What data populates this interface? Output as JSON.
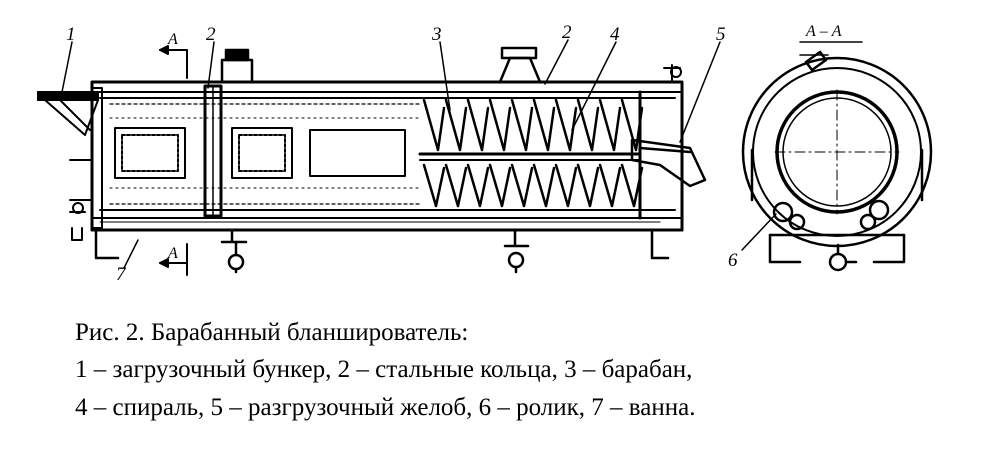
{
  "labels": {
    "hopper": "1",
    "ring_left": "2",
    "drum": "3",
    "ring_right": "2",
    "spiral": "4",
    "chute": "5",
    "roller": "6",
    "bath": "7",
    "section_top": "А",
    "section_bottom": "А",
    "section_view": "А – А"
  },
  "caption": {
    "title": "Рис. 2. Барабанный бланширователь:",
    "line1": "1 – загрузочный бункер, 2 – стальные кольца, 3 – барабан,",
    "line2": "4 – спираль,  5 – разгрузочный желоб,  6 – ролик,  7 – ванна."
  }
}
